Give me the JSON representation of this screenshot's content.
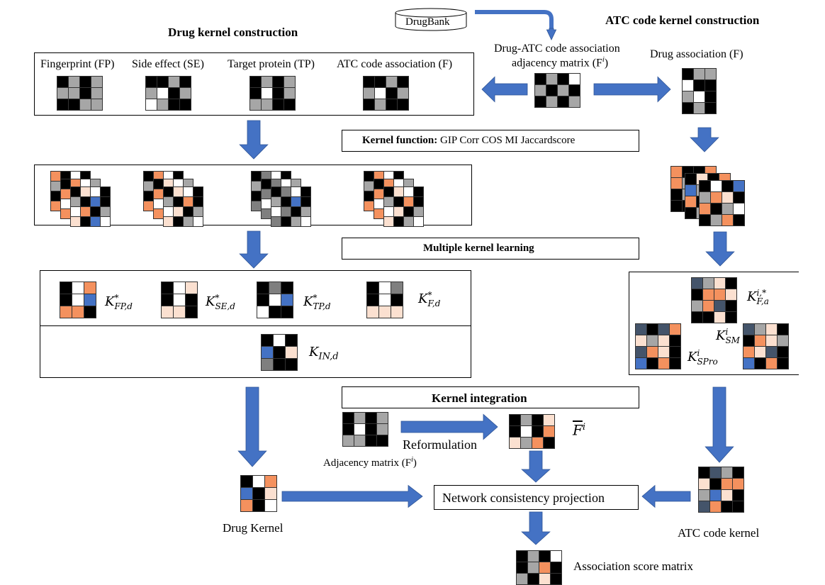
{
  "drugbank": "DrugBank",
  "titles": {
    "drug": "Drug kernel construction",
    "atc": "ATC code kernel construction"
  },
  "adjacency_top": {
    "line1": "Drug-ATC code association",
    "line2": "adjacency matrix (F",
    "sup": "i",
    "close": ")"
  },
  "features": {
    "fp": "Fingerprint (FP)",
    "se": "Side effect (SE)",
    "tp": "Target protein (TP)",
    "atc": "ATC code association (F)"
  },
  "drug_association": "Drug association (F)",
  "kernel_function": {
    "bold": "Kernel function:",
    "rest": " GIP Corr COS MI Jaccardscore"
  },
  "ellipsis": "...",
  "mkl": "Multiple kernel learning",
  "kernels": {
    "fp": {
      "base": "K",
      "sup": "*",
      "sub": "FP,d"
    },
    "se": {
      "base": "K",
      "sup": "*",
      "sub": "SE,d"
    },
    "tp": {
      "base": "K",
      "sup": "*",
      "sub": "TP,d"
    },
    "f": {
      "base": "K",
      "sup": "*",
      "sub": "F,d"
    },
    "in": {
      "base": "K",
      "sub": "IN,d"
    },
    "fa": {
      "base": "K",
      "sup": "i,*",
      "sub": "F,a"
    },
    "sm": {
      "base": "K",
      "sup": "i",
      "sub": "SM"
    },
    "spro": {
      "base": "K",
      "sup": "i",
      "sub": "SPro"
    },
    "fbar": {
      "base": "F",
      "sup": "i"
    }
  },
  "kernel_integration": "Kernel integration",
  "reformulation": "Reformulation",
  "adjacency_bottom": {
    "text": "Adjacency matrix (F",
    "sup": "i",
    "close": ")"
  },
  "ncp": "Network consistency projection",
  "drug_kernel": "Drug Kernel",
  "atc_kernel": "ATC code kernel",
  "score_matrix": "Association score matrix",
  "colors": {
    "black": "#000000",
    "gray": "#a6a6a6",
    "white": "#ffffff",
    "orange": "#f4915e",
    "blue": "#4472c4",
    "peach": "#fbe0d0",
    "darkgray": "#7f7f7f",
    "slate": "#44546a",
    "arrow": "#4472c4"
  }
}
